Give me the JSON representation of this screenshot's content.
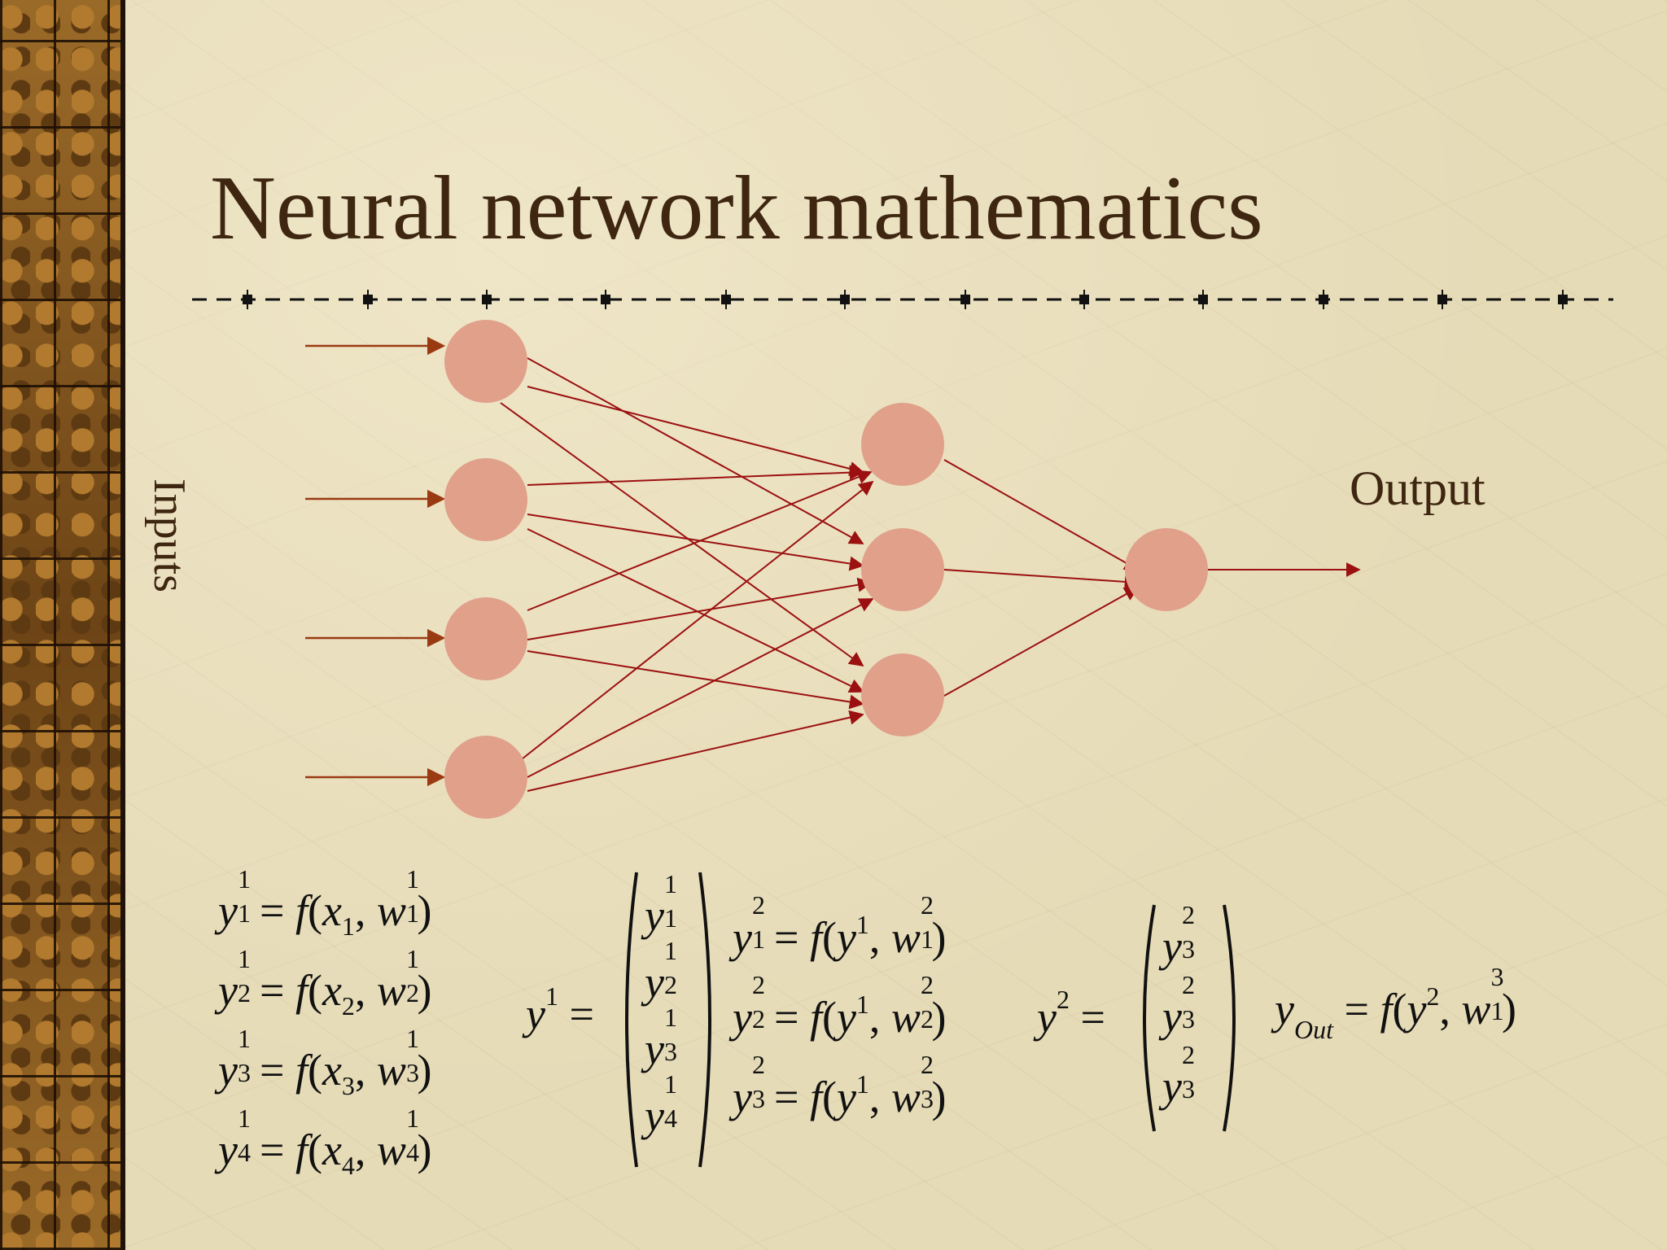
{
  "title": "Neural network mathematics",
  "diagram": {
    "inputs_label": "Inputs",
    "output_label": "Output",
    "layers": [
      {
        "nodes": 4
      },
      {
        "nodes": 3
      },
      {
        "nodes": 1
      }
    ]
  },
  "equations": {
    "layer1": [
      {
        "y": "y",
        "sub": "1",
        "sup": "1",
        "rhs_x": "x",
        "x_sub": "1",
        "w_sub": "1",
        "w_sup": "1"
      },
      {
        "y": "y",
        "sub": "2",
        "sup": "1",
        "rhs_x": "x",
        "x_sub": "2",
        "w_sub": "2",
        "w_sup": "1"
      },
      {
        "y": "y",
        "sub": "3",
        "sup": "1",
        "rhs_x": "x",
        "x_sub": "3",
        "w_sub": "3",
        "w_sup": "1"
      },
      {
        "y": "y",
        "sub": "4",
        "sup": "1",
        "rhs_x": "x",
        "x_sub": "4",
        "w_sub": "4",
        "w_sup": "1"
      }
    ],
    "vector1": {
      "name": "y",
      "sup": "1",
      "entries": [
        {
          "sub": "1",
          "sup": "1"
        },
        {
          "sub": "2",
          "sup": "1"
        },
        {
          "sub": "3",
          "sup": "1"
        },
        {
          "sub": "4",
          "sup": "1"
        }
      ]
    },
    "layer2": [
      {
        "sub": "1",
        "sup": "2",
        "arg_sup": "1",
        "w_sub": "1",
        "w_sup": "2"
      },
      {
        "sub": "2",
        "sup": "2",
        "arg_sup": "1",
        "w_sub": "2",
        "w_sup": "2"
      },
      {
        "sub": "3",
        "sup": "2",
        "arg_sup": "1",
        "w_sub": "3",
        "w_sup": "2"
      }
    ],
    "vector2": {
      "name": "y",
      "sup": "2",
      "entries": [
        {
          "sub": "3",
          "sup": "2"
        },
        {
          "sub": "3",
          "sup": "2"
        },
        {
          "sub": "3",
          "sup": "2"
        }
      ]
    },
    "output": {
      "y": "y",
      "sub": "Out",
      "arg_sup": "2",
      "w_sub": "1",
      "w_sup": "3"
    }
  },
  "colors": {
    "node": "#e0a08a",
    "edge": "#9b1010",
    "input_arrow": "#9a3a12",
    "title": "#3e2611",
    "strip": "#8a5a1e"
  }
}
